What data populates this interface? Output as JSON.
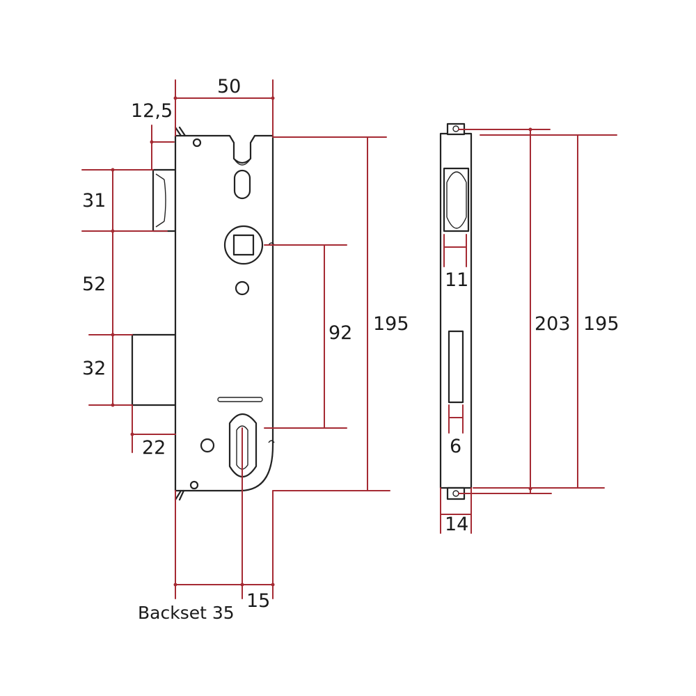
{
  "colors": {
    "dimension": "#a52a33",
    "outline": "#222222",
    "background": "#ffffff"
  },
  "front_view": {
    "width_top": "50",
    "faceplate_offset": "12,5",
    "latch_height": "31",
    "latch_to_bolt": "52",
    "bolt_height": "32",
    "bolt_throw": "22",
    "spindle_to_cylinder": "92",
    "faceplate_length": "195",
    "backset": "Backset 35",
    "faceplate_to_cylinder": "15"
  },
  "side_view": {
    "latch_width": "11",
    "bolt_width": "6",
    "faceplate_width": "14",
    "total_length": "203",
    "faceplate_length": "195"
  }
}
